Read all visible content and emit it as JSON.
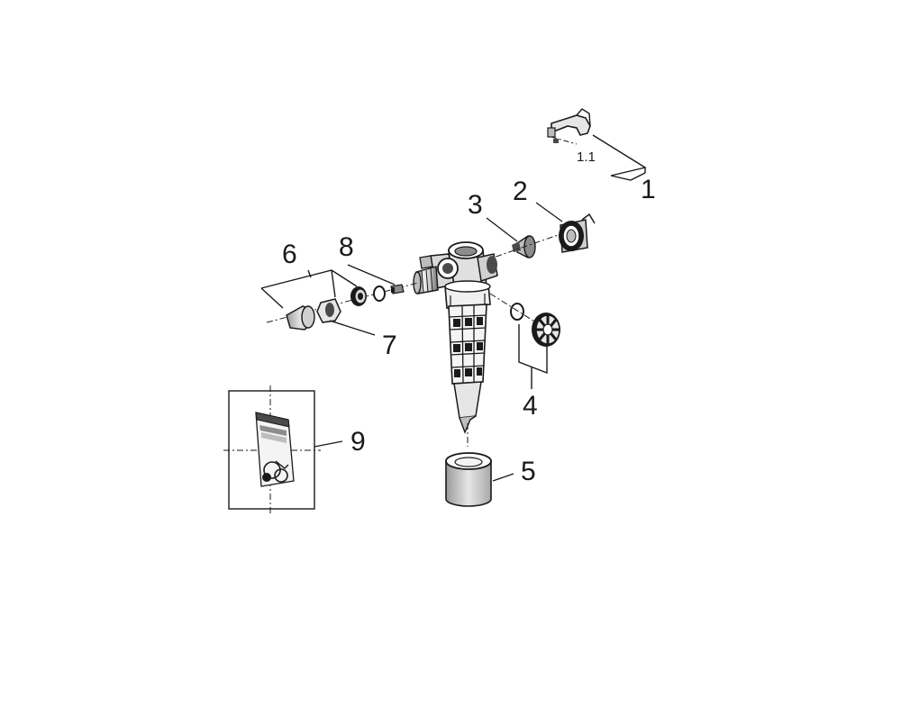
{
  "diagram": {
    "labels": {
      "l1": "1",
      "l1_1": "1.1",
      "l2": "2",
      "l3": "3",
      "l4": "4",
      "l5": "5",
      "l6": "6",
      "l7": "7",
      "l8": "8",
      "l9": "9"
    },
    "colors": {
      "ink": "#1a1a1a",
      "mid_gray": "#8c8c8c",
      "light_gray": "#d9d9d9",
      "dark_gray": "#4a4a4a"
    }
  }
}
